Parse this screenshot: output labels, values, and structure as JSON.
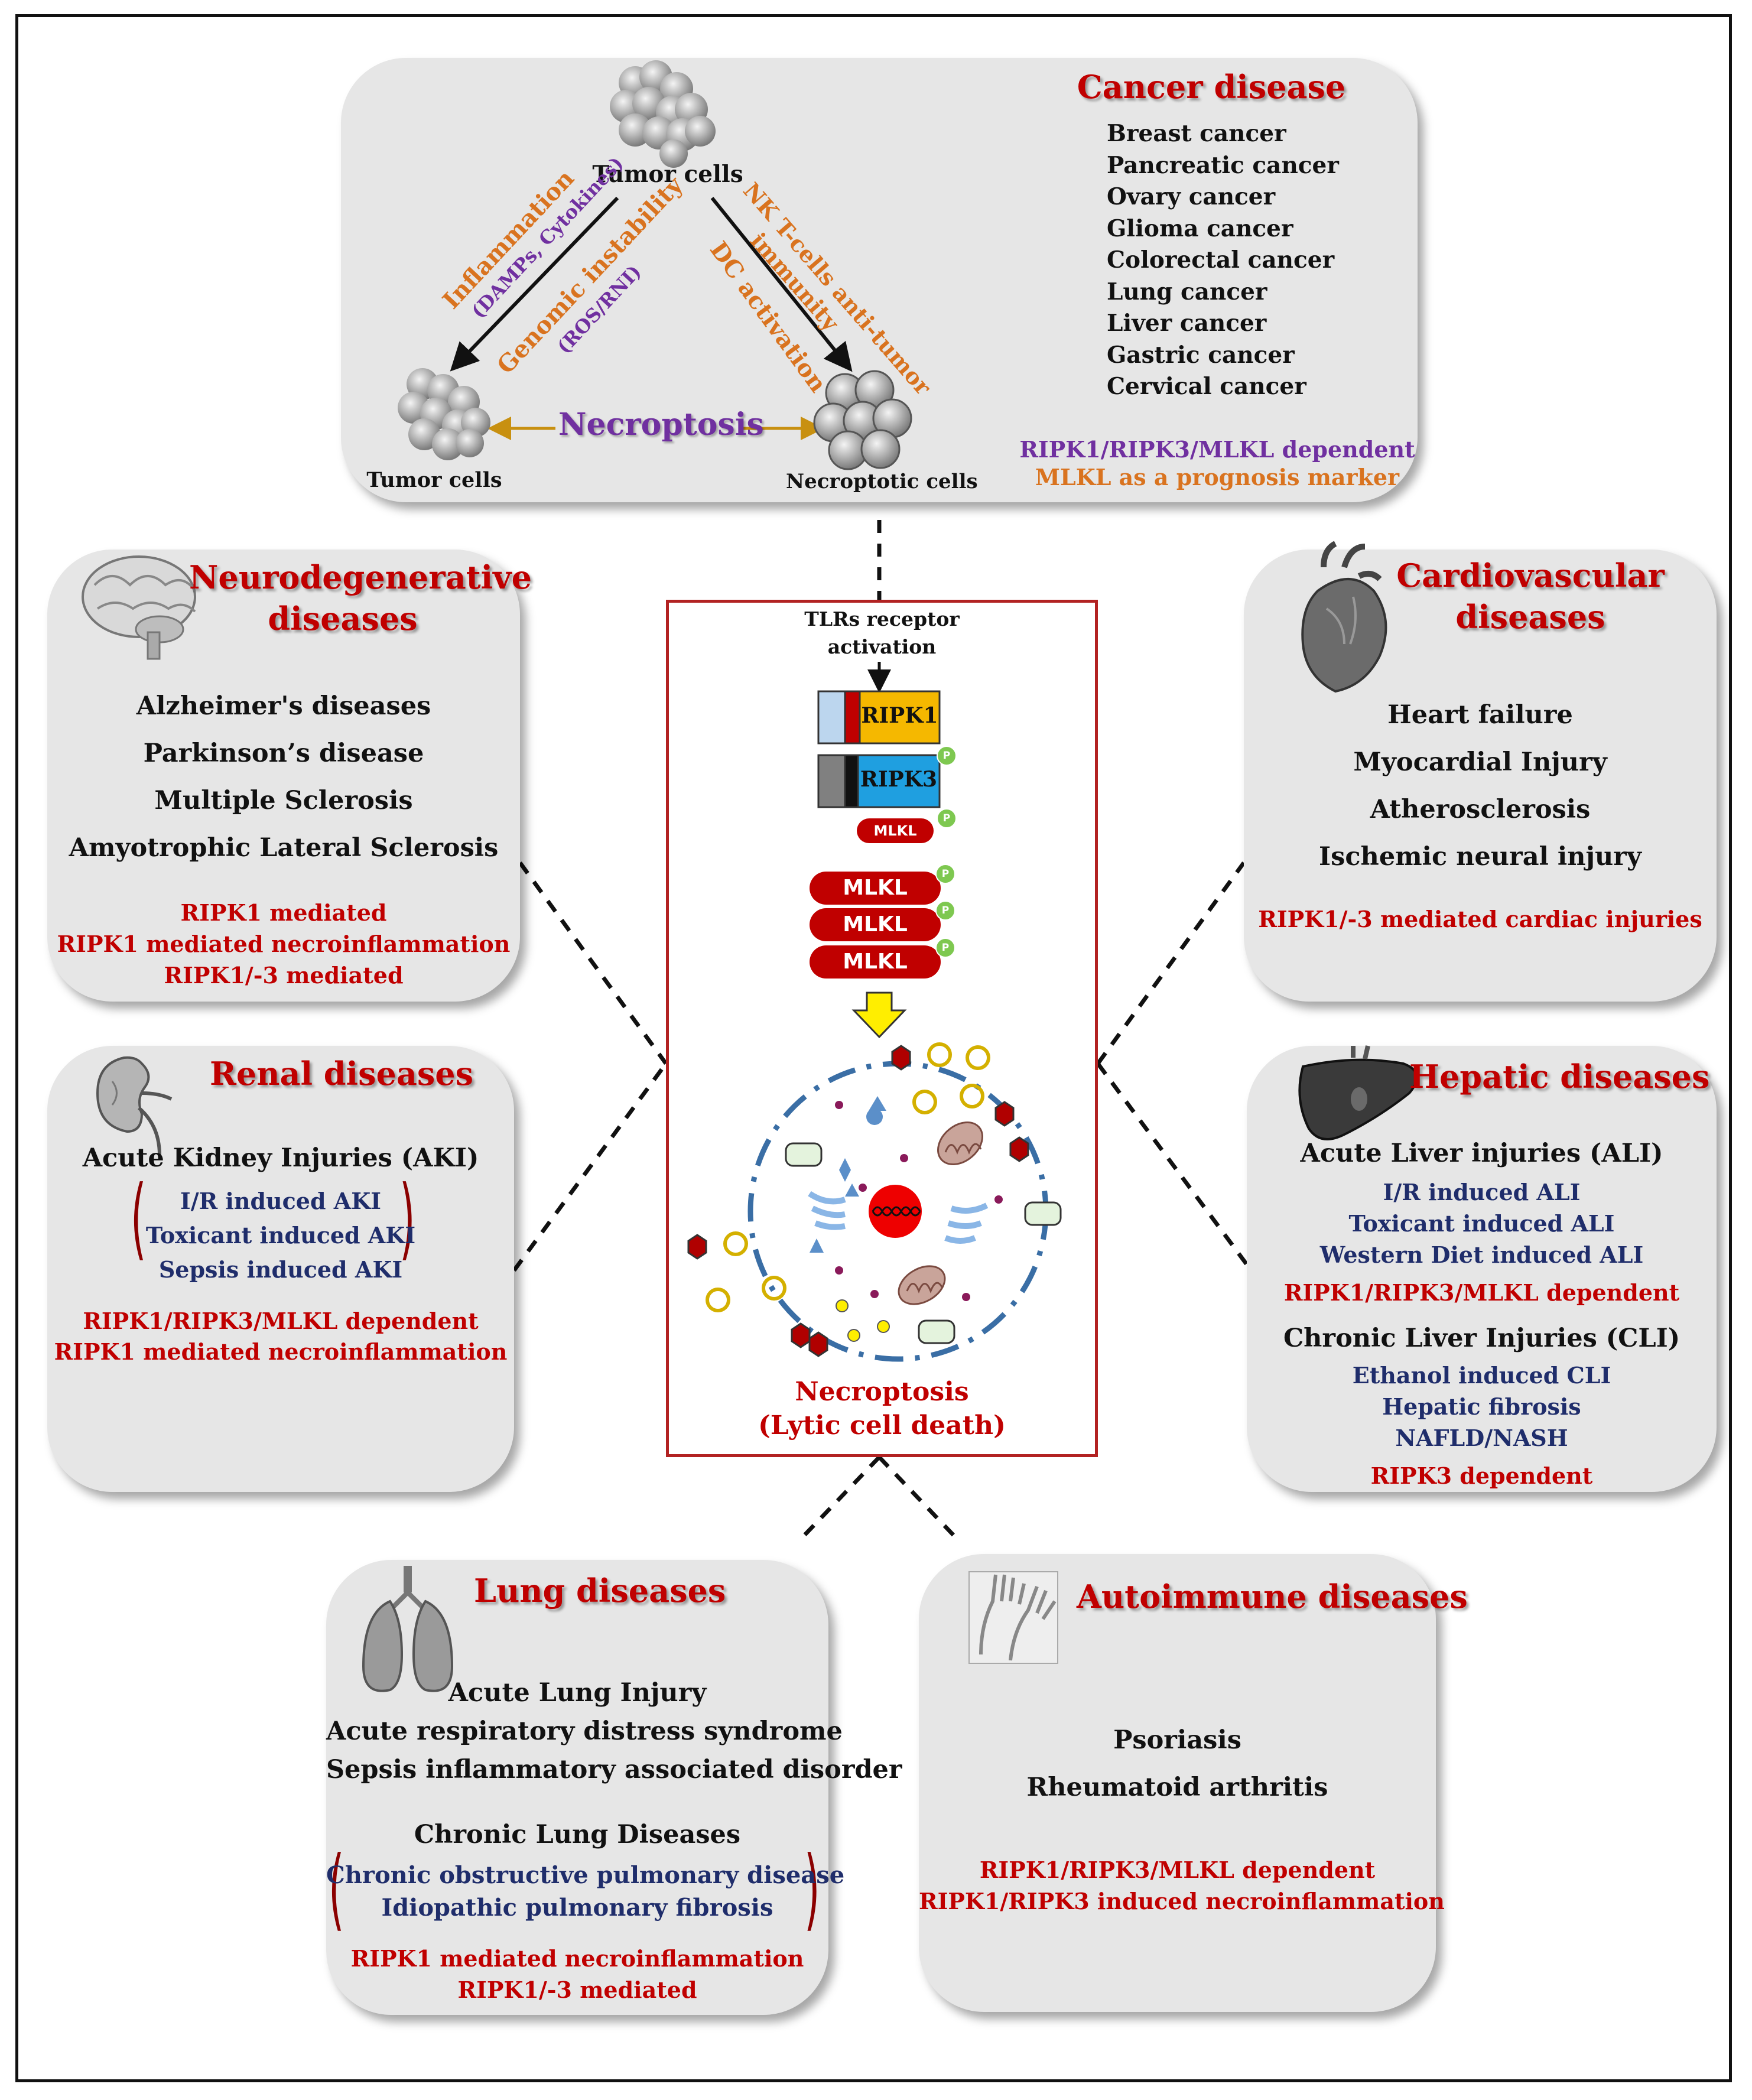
{
  "cancer": {
    "title": "Cancer disease",
    "items": [
      "Breast cancer",
      "Pancreatic cancer",
      "Ovary cancer",
      "Glioma cancer",
      "Colorectal cancer",
      "Lung cancer",
      "Liver cancer",
      "Gastric cancer",
      "Cervical cancer"
    ],
    "note1": "RIPK1/RIPK3/MLKL dependent",
    "note2": "MLKL as a prognosis marker",
    "tumor_top": "Tumor cells",
    "tumor_left": "Tumor cells",
    "necroptotic": "Necroptotic cells",
    "necroptosis": "Necroptosis",
    "inflammation": "Inflammation",
    "damps": "(DAMPs, Cytokines)",
    "genomic": "Genomic instability",
    "ros": "(ROS/RNI)",
    "nk": "NK T-cells anti-tumor",
    "immunity": "immunity",
    "dc": "DC activation"
  },
  "neuro": {
    "title_line1": "Neurodegenerative",
    "title_line2": "diseases",
    "items": [
      "Alzheimer's diseases",
      "Parkinson’s disease",
      "Multiple Sclerosis",
      "Amyotrophic Lateral Sclerosis"
    ],
    "notes": [
      "RIPK1 mediated",
      "RIPK1 mediated necroinflammation",
      "RIPK1/-3 mediated"
    ]
  },
  "cardio": {
    "title_line1": "Cardiovascular",
    "title_line2": "diseases",
    "items": [
      "Heart failure",
      "Myocardial Injury",
      "Atherosclerosis",
      "Ischemic neural injury"
    ],
    "note": "RIPK1/-3 mediated cardiac injuries"
  },
  "renal": {
    "title": "Renal diseases",
    "heading": "Acute Kidney Injuries (AKI)",
    "subs": [
      "I/R induced AKI",
      "Toxicant induced AKI",
      "Sepsis induced AKI"
    ],
    "notes": [
      "RIPK1/RIPK3/MLKL dependent",
      "RIPK1 mediated necroinflammation"
    ]
  },
  "hepatic": {
    "title": "Hepatic diseases",
    "heading1": "Acute Liver injuries (ALI)",
    "subs1": [
      "I/R induced ALI",
      "Toxicant induced ALI",
      "Western Diet induced ALI"
    ],
    "note1": "RIPK1/RIPK3/MLKL dependent",
    "heading2": "Chronic Liver Injuries (CLI)",
    "subs2": [
      "Ethanol induced CLI",
      "Hepatic fibrosis",
      "NAFLD/NASH"
    ],
    "note2": "RIPK3 dependent"
  },
  "lung": {
    "title": "Lung diseases",
    "items": [
      "Acute Lung Injury",
      "Acute respiratory distress syndrome",
      "Sepsis inflammatory associated disorder"
    ],
    "heading2": "Chronic Lung Diseases",
    "subs": [
      "Chronic obstructive pulmonary disease",
      "Idiopathic pulmonary fibrosis"
    ],
    "notes": [
      "RIPK1 mediated necroinflammation",
      "RIPK1/-3 mediated"
    ]
  },
  "autoimmune": {
    "title": "Autoimmune diseases",
    "items": [
      "Psoriasis",
      "Rheumatoid arthritis"
    ],
    "notes": [
      "RIPK1/RIPK3/MLKL dependent",
      "RIPK1/RIPK3 induced necroinflammation"
    ]
  },
  "pathway": {
    "receptor_line1": "TLRs receptor",
    "receptor_line2": "activation",
    "ripk1": "RIPK1",
    "ripk3": "RIPK3",
    "mlkl_small": "MLKL",
    "mlkl": [
      "MLKL",
      "MLKL",
      "MLKL"
    ],
    "phospho": "P",
    "caption_line1": "Necroptosis",
    "caption_line2": "(Lytic cell death)"
  },
  "colors": {
    "title_red": "#c00000",
    "navy": "#1f2d6b",
    "purple": "#7030a0",
    "orange": "#d9731f",
    "box_fill": "#e6e6e6",
    "ripk1_fill": "#f5b800",
    "ripk3_fill": "#1f9fe0",
    "mlkl_fill": "#c00000"
  }
}
